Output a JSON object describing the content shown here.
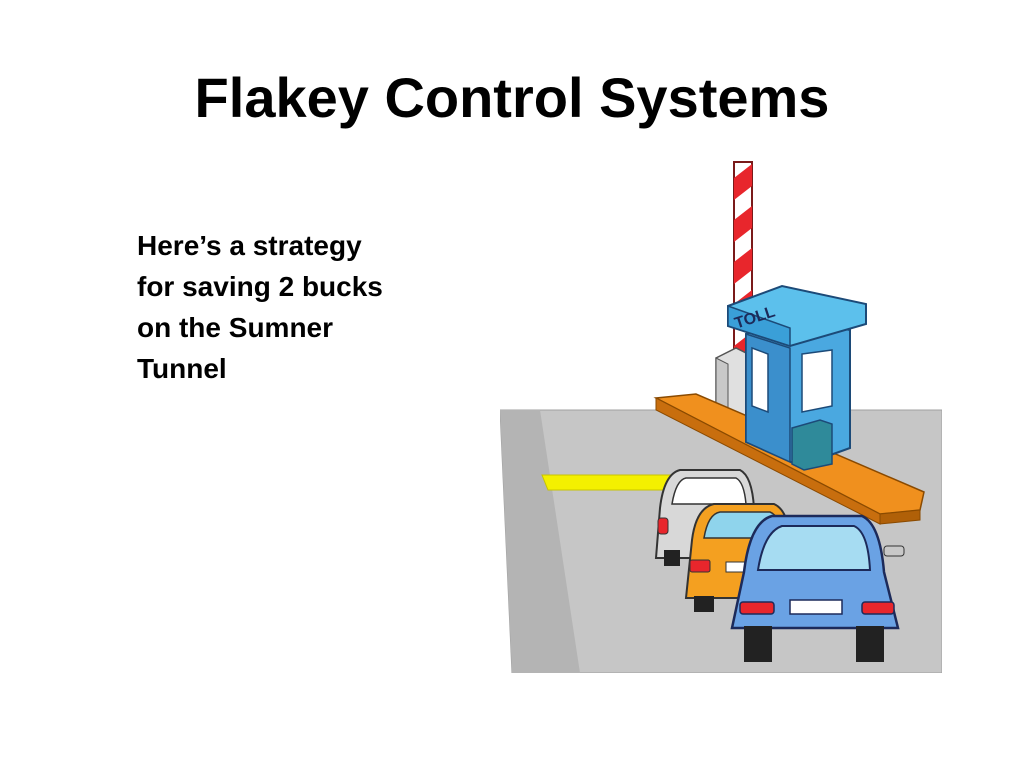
{
  "slide": {
    "title": "Flakey Control Systems",
    "body": "Here’s a strategy\nfor saving 2 bucks\non the Sumner\nTunnel"
  },
  "illustration": {
    "subject": "toll-booth-with-cars-illustration",
    "sign_text": "TOLL",
    "colors": {
      "road": "#c6c6c6",
      "road_stripe": "#f4f000",
      "booth": "#4aa8e0",
      "booth_roof": "#5cc0ec",
      "booth_base": "#f0901e",
      "barrier_red": "#e8262c",
      "car_front": "#6aa2e4",
      "car_middle": "#f4a020",
      "car_back": "#d8d8d8"
    }
  }
}
